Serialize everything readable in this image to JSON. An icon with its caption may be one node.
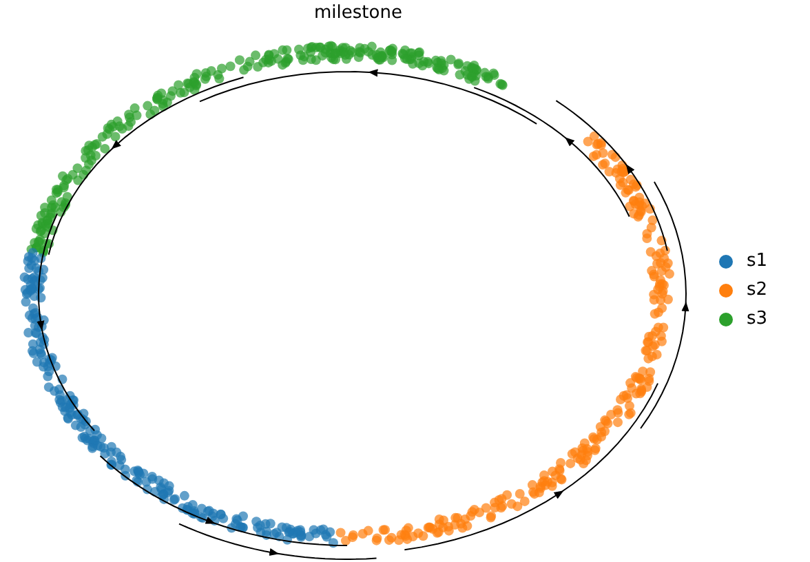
{
  "diagram": {
    "title": "milestone",
    "legend": [
      {
        "text": "s1",
        "color": "#1f77b4"
      },
      {
        "text": "s2",
        "color": "#ff7f0e"
      },
      {
        "text": "s3",
        "color": "#2ca02c"
      }
    ]
  }
}
